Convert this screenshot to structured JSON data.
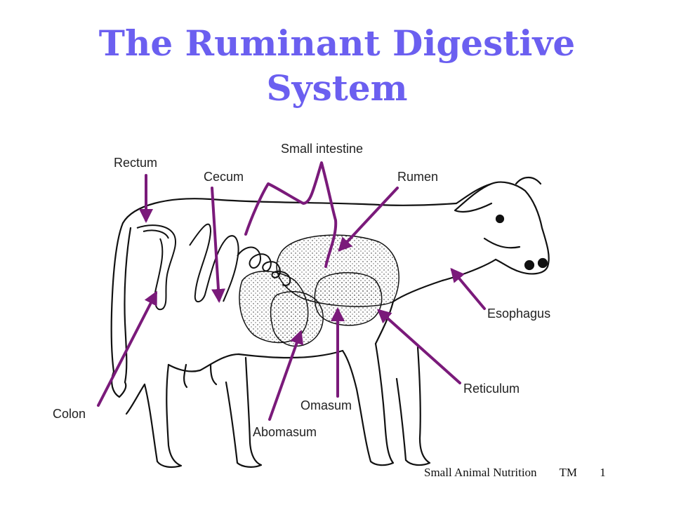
{
  "title": {
    "line1": "The Ruminant Digestive",
    "line2": "System"
  },
  "labels": {
    "small_intestine": "Small intestine",
    "rectum": "Rectum",
    "cecum": "Cecum",
    "rumen": "Rumen",
    "esophagus": "Esophagus",
    "reticulum": "Reticulum",
    "omasum": "Omasum",
    "colon": "Colon",
    "abomasum": "Abomasum"
  },
  "footer": {
    "course": "Small Animal Nutrition",
    "code": "TM",
    "page": "1"
  },
  "colors": {
    "title": "#6b5ff0",
    "arrow": "#7a1a7a",
    "outline": "#111111"
  }
}
